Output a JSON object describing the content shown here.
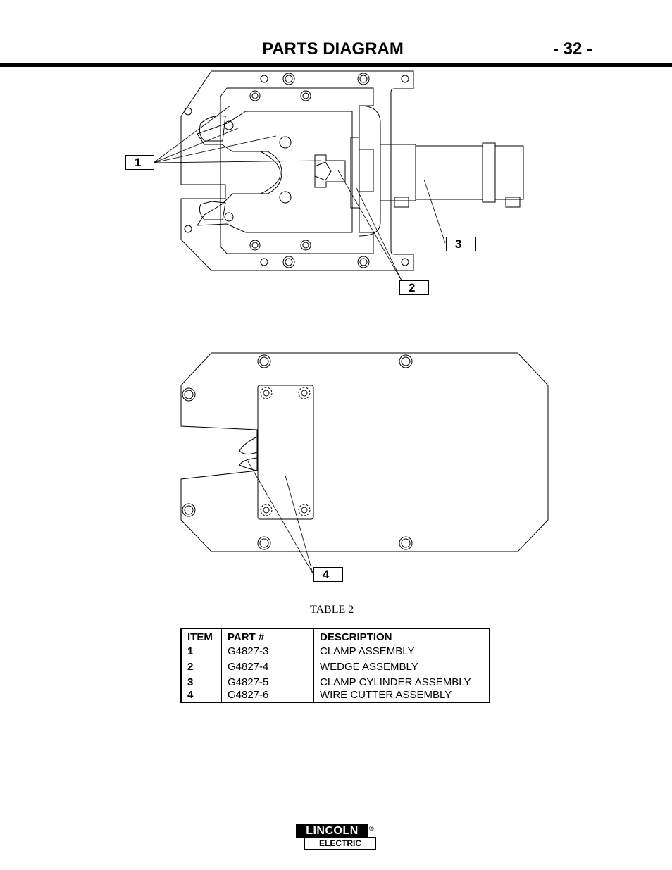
{
  "header": {
    "title": "PARTS DIAGRAM",
    "page_number": "- 32 -"
  },
  "callouts": [
    "1",
    "2",
    "3",
    "4"
  ],
  "table": {
    "caption": "TABLE 2",
    "columns": [
      "ITEM",
      "PART #",
      "DESCRIPTION"
    ],
    "rows": [
      {
        "item": "1",
        "part": "G4827-3",
        "description": "CLAMP ASSEMBLY"
      },
      {
        "item": "2",
        "part": "G4827-4",
        "description": "WEDGE ASSEMBLY"
      },
      {
        "item": "3",
        "part": "G4827-5",
        "description": "CLAMP CYLINDER ASSEMBLY"
      },
      {
        "item": "4",
        "part": "G4827-6",
        "description": "WIRE CUTTER ASSEMBLY"
      }
    ]
  },
  "logo": {
    "top_text": "LINCOLN",
    "bottom_text": "ELECTRIC",
    "mark": "®"
  }
}
